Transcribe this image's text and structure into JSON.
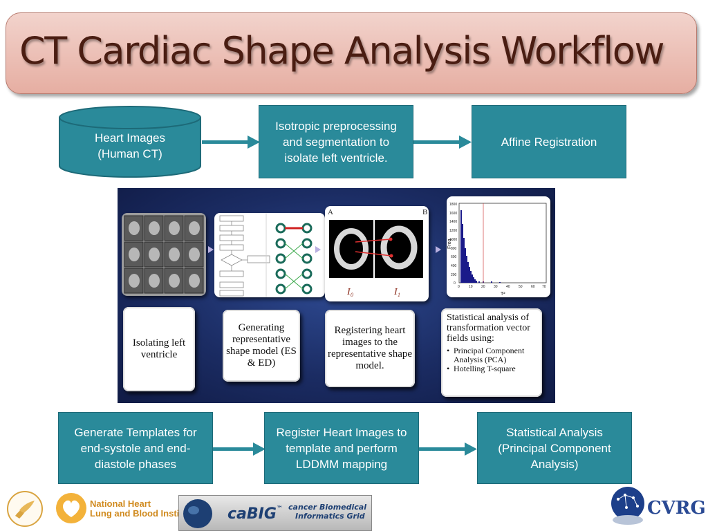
{
  "title": "CT Cardiac Shape Analysis Workflow",
  "colors": {
    "box_fill": "#2a8a9a",
    "banner": "#e6aea2",
    "title_text": "#4a1d12",
    "panel_bg": "#1b2c63"
  },
  "top_row": {
    "cylinder_line1": "Heart Images",
    "cylinder_line2": "(Human CT)",
    "box2": "Isotropic preprocessing and segmentation to isolate left ventricle.",
    "box3": "Affine Registration"
  },
  "bottom_row": {
    "box1": "Generate Templates for end-systole and end-diastole phases",
    "box2": "Register Heart Images to template and perform LDDMM mapping",
    "box3": "Statistical Analysis (Principal Component Analysis)"
  },
  "panel": {
    "reg_label_a": "A",
    "reg_label_b": "B",
    "reg_sub_left": "I",
    "reg_sub_left_idx": "0",
    "reg_sub_right": "I",
    "reg_sub_right_idx": "1",
    "hist_ylabel": "Freq",
    "hist_xlabel": "T²",
    "hist_yticks": [
      "1800",
      "1600",
      "1400",
      "1200",
      "1000",
      "800",
      "600",
      "400",
      "200",
      "0"
    ],
    "hist_xticks": [
      "0",
      "10",
      "20",
      "30",
      "40",
      "50",
      "60",
      "70"
    ],
    "card1": "Isolating left ventricle",
    "card2": "Generating representative shape model (ES & ED)",
    "card3": "Registering heart images to the representative shape model.",
    "card4_head": "Statistical analysis of transformation vector fields using:",
    "card4_items": [
      "Principal Component Analysis (PCA)",
      "Hotelling T-square"
    ]
  },
  "logos": {
    "nhlbi_line1": "National Heart",
    "nhlbi_line2": "Lung and Blood Institute",
    "cabig_name": "caBIG",
    "cabig_tm": "™",
    "cabig_line1": "cancer Biomedical",
    "cabig_line2": "Informatics Grid",
    "cvrg": "CVRG"
  }
}
